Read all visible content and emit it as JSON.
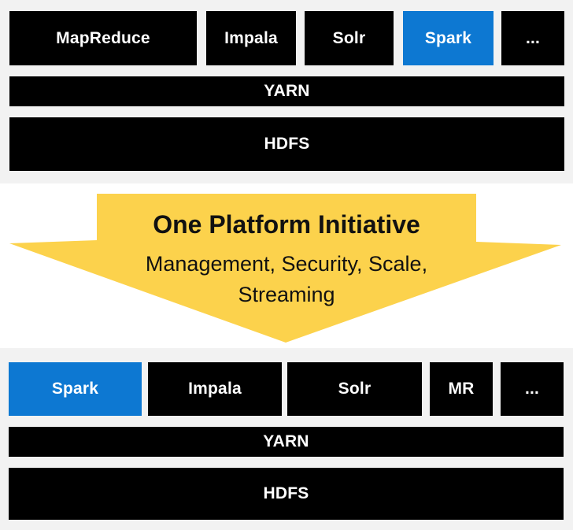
{
  "colors": {
    "background_gray": "#f2f2f2",
    "background_white": "#ffffff",
    "box_black": "#000000",
    "box_blue": "#0d78d2",
    "arrow_yellow": "#fcd24c",
    "text_white": "#ffffff",
    "text_black": "#111111"
  },
  "top_stack": {
    "apps": [
      {
        "label": "MapReduce",
        "variant": "black"
      },
      {
        "label": "Impala",
        "variant": "black"
      },
      {
        "label": "Solr",
        "variant": "black"
      },
      {
        "label": "Spark",
        "variant": "blue"
      },
      {
        "label": "...",
        "variant": "black"
      }
    ],
    "yarn_label": "YARN",
    "hdfs_label": "HDFS"
  },
  "arrow": {
    "title": "One Platform Initiative",
    "subtitle_line1": "Management, Security, Scale,",
    "subtitle_line2": "Streaming"
  },
  "bottom_stack": {
    "apps": [
      {
        "label": "Spark",
        "variant": "blue"
      },
      {
        "label": "Impala",
        "variant": "black"
      },
      {
        "label": "Solr",
        "variant": "black"
      },
      {
        "label": "MR",
        "variant": "black"
      },
      {
        "label": "...",
        "variant": "black"
      }
    ],
    "yarn_label": "YARN",
    "hdfs_label": "HDFS"
  }
}
